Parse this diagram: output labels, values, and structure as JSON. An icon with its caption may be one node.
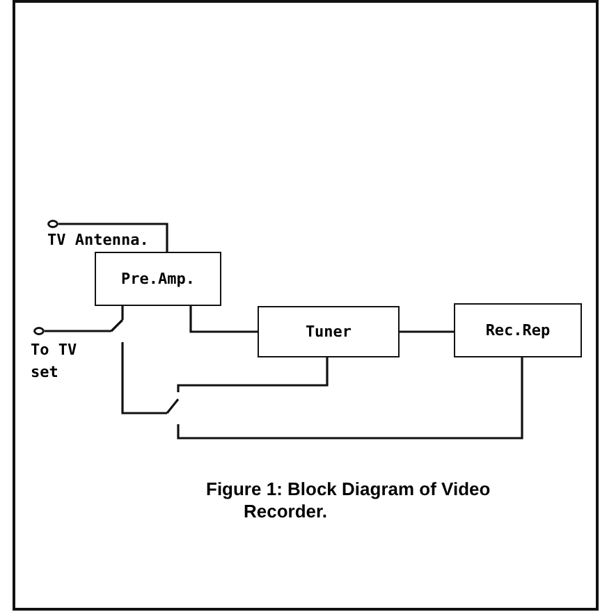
{
  "diagram": {
    "caption": "Figure 1: Block Diagram of Video Recorder.",
    "nodes": [
      {
        "text": [],
        "shape": "circle",
        "beside": [
          "TV Antenna."
        ]
      },
      {
        "text": [
          "Pre.Amp."
        ]
      },
      {
        "text": [],
        "shape": "circle",
        "beside": [
          "To TV set"
        ]
      },
      {
        "text": [
          "Tuner"
        ]
      },
      {
        "text": [
          "Rec.Rep"
        ]
      },
      {
        "text": [],
        "shape": "switch"
      },
      {
        "text": [],
        "shape": "switch"
      }
    ],
    "edges": [
      {
        "from": 0,
        "to": 1,
        "arrow": "none"
      },
      {
        "from": 1,
        "to": 5,
        "arrow": "none"
      },
      {
        "from": 5,
        "to": 2,
        "arrow": "none"
      },
      {
        "from": 5,
        "to": 6,
        "arrow": "none"
      },
      {
        "from": 1,
        "to": 3,
        "arrow": "none"
      },
      {
        "from": 3,
        "to": 4,
        "arrow": "none"
      },
      {
        "from": 6,
        "to": 3,
        "arrow": "none"
      },
      {
        "from": 6,
        "to": 4,
        "arrow": "none"
      }
    ]
  }
}
